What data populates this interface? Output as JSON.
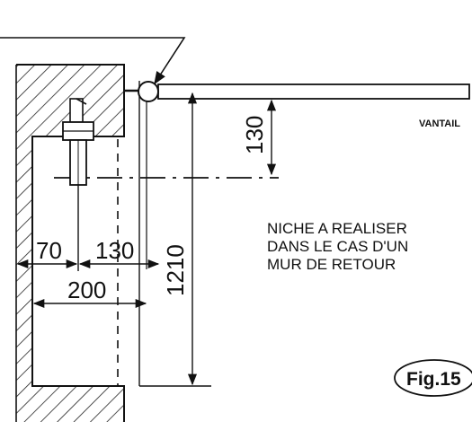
{
  "diagram": {
    "dimensions": {
      "d130_vertical": "130",
      "d1210": "1210",
      "d70": "70",
      "d130_horizontal": "130",
      "d200": "200"
    },
    "leaf_label": "VANTAIL",
    "note_lines": [
      "NICHE A REALISER",
      "DANS LE CAS D'UN",
      "MUR DE RETOUR"
    ],
    "figure_label": "Fig.15"
  }
}
